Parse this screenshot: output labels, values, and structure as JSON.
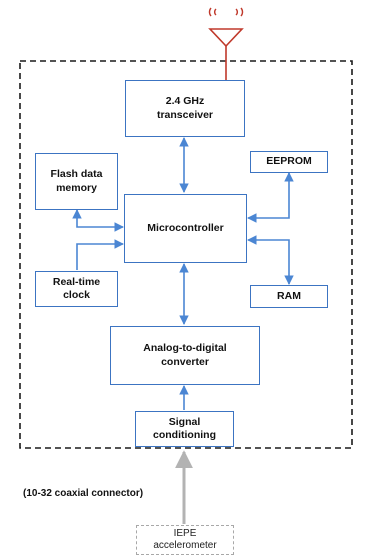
{
  "blocks": {
    "transceiver": {
      "line1": "2.4 GHz",
      "line2": "transceiver"
    },
    "flash": {
      "line1": "Flash data",
      "line2": "memory"
    },
    "eeprom": {
      "line1": "EEPROM"
    },
    "microcontroller": {
      "line1": "Microcontroller"
    },
    "rtc": {
      "line1": "Real-time",
      "line2": "clock"
    },
    "ram": {
      "line1": "RAM"
    },
    "adc": {
      "line1": "Analog-to-digital",
      "line2": "converter"
    },
    "signal": {
      "line1": "Signal",
      "line2": "conditioning"
    },
    "iepe": {
      "line1": "IEPE",
      "line2": "accelerometer"
    }
  },
  "connector_label": "(10-32 coaxial connector)",
  "colors": {
    "block_border": "#3c74c2",
    "arrow": "#4b86d3",
    "antenna": "#c0392b",
    "enclosure": "#1a1a1a",
    "cable": "#b3b3b3"
  },
  "icons": {
    "antenna": "antenna-icon",
    "radio_waves": "radio-waves-icon"
  }
}
